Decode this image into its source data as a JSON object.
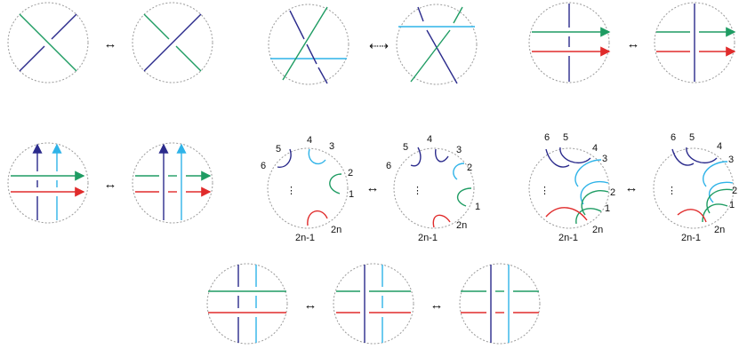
{
  "colors": {
    "purple": "#2b2b8c",
    "green": "#1f9c63",
    "red": "#e02b2b",
    "cyan": "#2fb3e8",
    "circle": "#9a9a9a",
    "text": "#111111"
  },
  "arrows": {
    "equivalent": "↔",
    "dotted_equivalent": "⇠⇢"
  },
  "labels": {
    "n1": "1",
    "n2": "2",
    "n3": "3",
    "n4": "4",
    "n5": "5",
    "n6": "6",
    "n2n": "2n",
    "n2n1": "2n-1",
    "dots": "⋮"
  }
}
